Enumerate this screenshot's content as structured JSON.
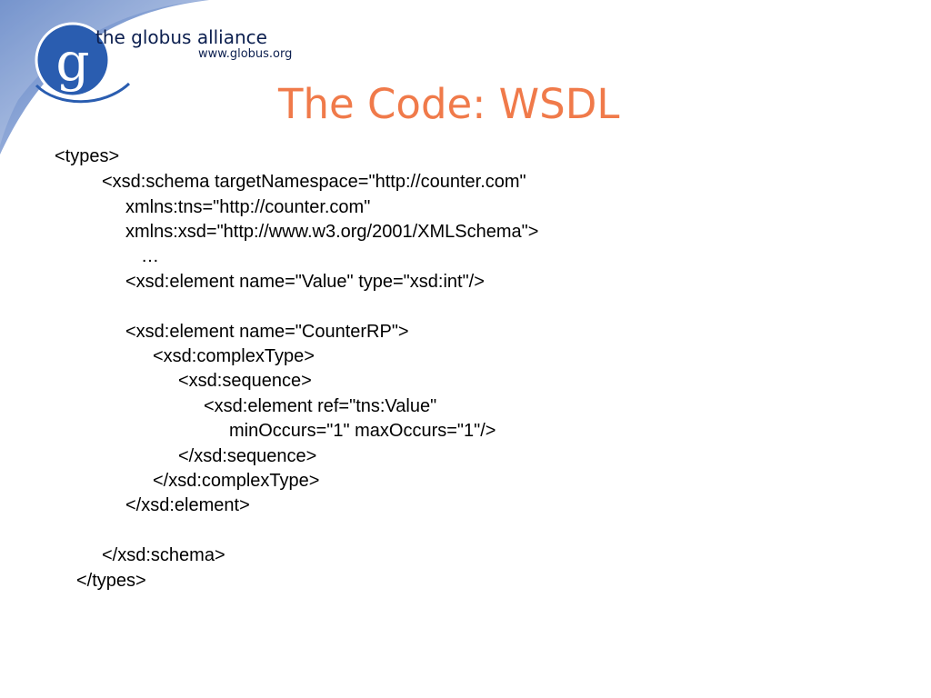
{
  "logo": {
    "glyph": "g",
    "name": "the globus alliance",
    "url": "www.globus.org"
  },
  "slide": {
    "title": "The Code: WSDL",
    "code_lines": [
      "<types>",
      "<xsd:schema targetNamespace=\"http://counter.com\"",
      "xmlns:tns=\"http://counter.com\"",
      "xmlns:xsd=\"http://www.w3.org/2001/XMLSchema\">",
      "…",
      "<xsd:element name=\"Value\" type=\"xsd:int\"/>",
      "<xsd:element name=\"CounterRP\">",
      "<xsd:complexType>",
      "<xsd:sequence>",
      "<xsd:element ref=\"tns:Value\"",
      "minOccurs=\"1\" maxOccurs=\"1\"/>",
      "</xsd:sequence>",
      "</xsd:complexType>",
      "</xsd:element>",
      "</xsd:schema>",
      "</types>"
    ]
  },
  "colors": {
    "title": "#f07a4a",
    "logo_blue": "#2a5db0",
    "swoosh": "#6f8fc9",
    "text": "#000000"
  }
}
